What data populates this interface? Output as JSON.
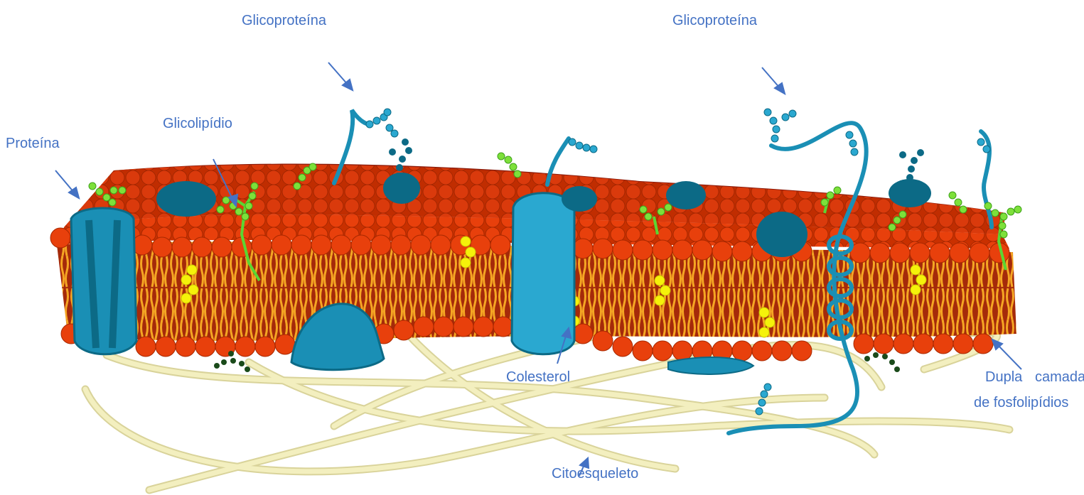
{
  "labels": {
    "glicoproteina_1": "Glicoproteína",
    "glicoproteina_2": "Glicoproteína",
    "proteina": "Proteína",
    "glicolipidio": "Glicolipídio",
    "colesterol": "Colesterol",
    "dupla": "Dupla",
    "camada": "camada",
    "fosfolipidios": "de fosfolipídios",
    "citoesqueleto": "Citoesqueleto"
  },
  "colors": {
    "label": "#4472c4",
    "head": "#e8400c",
    "head_dark": "#c93000",
    "head_back": "#8a1a0a",
    "tail": "#f5a623",
    "interior": "#a52a0a",
    "protein": "#1a8fb5",
    "protein_light": "#2aa8d0",
    "protein_dark": "#0c6a86",
    "sugar_green": "#7de03a",
    "sugar_dark": "#1a4a1a",
    "cholesterol": "#f5f20a",
    "fiber": "#f3efbf",
    "fiber_edge": "#d9d39a"
  }
}
